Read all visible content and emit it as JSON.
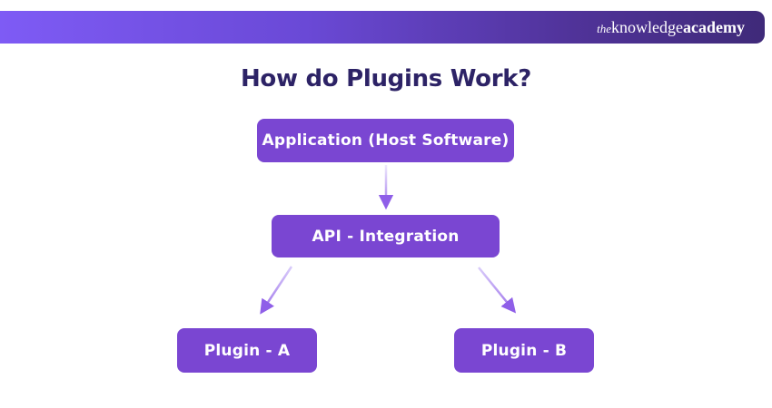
{
  "brand": {
    "logo_the": "the",
    "logo_knowledge": "knowledge",
    "logo_academy": "academy"
  },
  "title": "How do Plugins Work?",
  "diagram": {
    "nodes": [
      {
        "id": "application",
        "label": "Application (Host Software)"
      },
      {
        "id": "api",
        "label": "API - Integration"
      },
      {
        "id": "plugin-a",
        "label": "Plugin - A"
      },
      {
        "id": "plugin-b",
        "label": "Plugin - B"
      }
    ],
    "edges": [
      {
        "from": "application",
        "to": "api"
      },
      {
        "from": "api",
        "to": "plugin-a"
      },
      {
        "from": "api",
        "to": "plugin-b"
      }
    ]
  },
  "colors": {
    "node_fill": "#7A46D2",
    "node_text": "#FFFFFF",
    "title_text": "#2D2366",
    "arrow": "#8F5FE8",
    "arrow_light": "#E6DDFC",
    "header_gradient_start": "#7E5BF5",
    "header_gradient_end": "#3F2A79",
    "background": "#FFFFFF"
  }
}
